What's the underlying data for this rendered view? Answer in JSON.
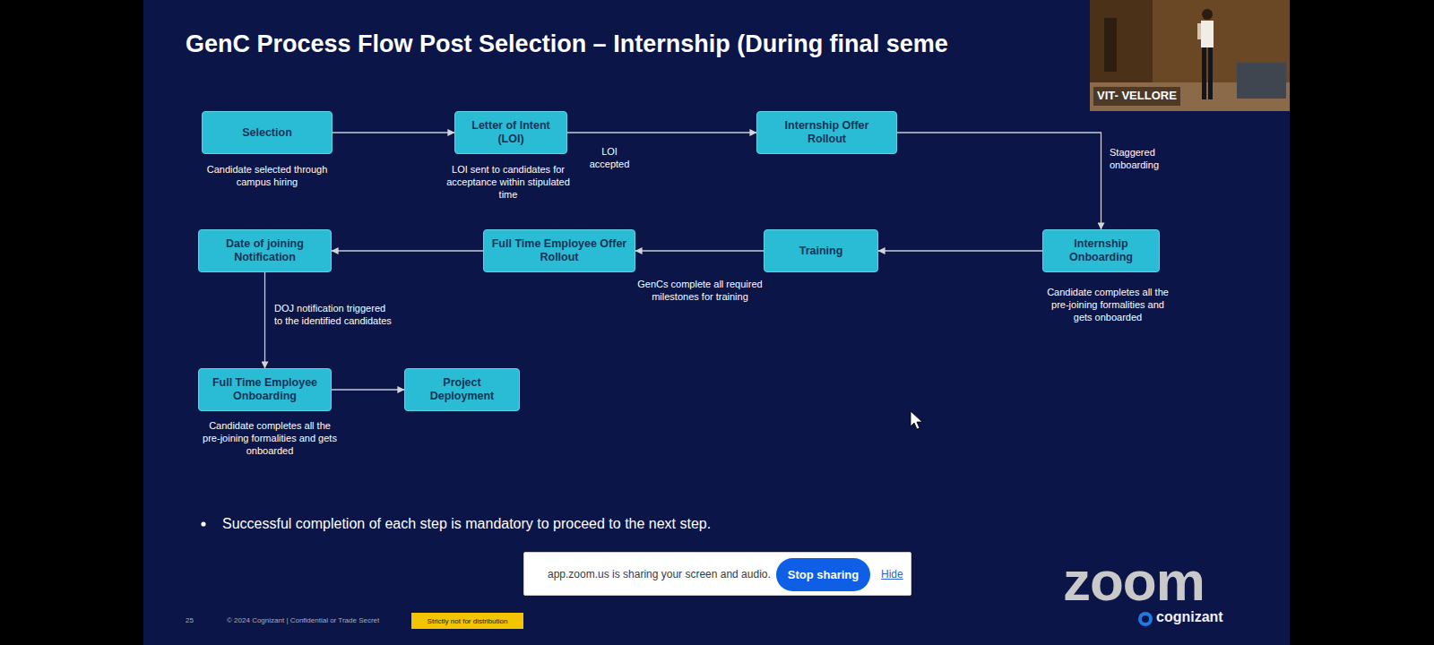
{
  "diagram": {
    "title": "GenC Process Flow Post Selection – Internship (During final seme",
    "nodes": [
      {
        "text": [
          "Selection"
        ]
      },
      {
        "text": [
          "Letter of Intent (LOI)"
        ]
      },
      {
        "text": [
          "Internship Offer Rollout"
        ]
      },
      {
        "text": [
          "Internship Onboarding"
        ]
      },
      {
        "text": [
          "Training"
        ]
      },
      {
        "text": [
          "Full Time Employee Offer Rollout"
        ]
      },
      {
        "text": [
          "Date of joining Notification"
        ]
      },
      {
        "text": [
          "Full Time Employee Onboarding"
        ]
      },
      {
        "text": [
          "Project Deployment"
        ]
      },
      {
        "text": [
          "app.zoom.us is sharing your screen and audio.",
          "Hide"
        ]
      },
      {
        "text": [
          "Stop sharing"
        ],
        "in": 9
      },
      {
        "text": [
          "Strictly not for distribution"
        ]
      }
    ],
    "edges": [
      {
        "from": 0,
        "to": 1,
        "arrow": "to"
      },
      {
        "from": 1,
        "to": 2,
        "label": "LOI accepted",
        "arrow": "to"
      },
      {
        "from": 2,
        "to": 3,
        "label": "Staggered onboarding",
        "arrow": "to"
      },
      {
        "from": 3,
        "to": 4,
        "arrow": "to"
      },
      {
        "from": 4,
        "to": 5,
        "label": "GenCs complete all required milestones for training",
        "arrow": "to"
      },
      {
        "from": 5,
        "to": 6,
        "arrow": "to"
      },
      {
        "from": 6,
        "to": 7,
        "label": "DOJ notification triggered to the identified candidates",
        "arrow": "to"
      },
      {
        "from": 7,
        "to": 8,
        "arrow": "to"
      }
    ],
    "labels": [
      "Candidate selected through campus hiring",
      "LOI sent to candidates for acceptance within stipulated time",
      "Candidate completes all the pre-joining formalities and gets onboarded",
      "Candidate completes all the pre-joining formalities and gets onboarded",
      "Successful completion of each step is mandatory to proceed to the next step.",
      "25",
      "© 2024 Cognizant | Confidential or Trade Secret",
      "VIT- VELLORE",
      "zoom",
      "cognizant"
    ]
  }
}
